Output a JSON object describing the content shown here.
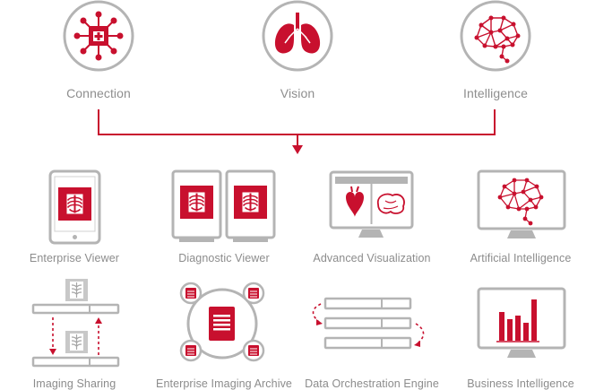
{
  "colors": {
    "accent": "#c8102e",
    "gray": "#b4b4b4",
    "label": "#8c8c8c"
  },
  "top_row": [
    {
      "label": "Connection",
      "icon": "hospital-network-icon"
    },
    {
      "label": "Vision",
      "icon": "lungs-icon"
    },
    {
      "label": "Intelligence",
      "icon": "brain-network-icon"
    }
  ],
  "products": [
    {
      "label": "Enterprise Viewer",
      "icon": "tablet-xray-icon"
    },
    {
      "label": "Diagnostic Viewer",
      "icon": "dual-monitor-xray-icon"
    },
    {
      "label": "Advanced Visualization",
      "icon": "monitor-heart-brain-icon"
    },
    {
      "label": "Artificial Intelligence",
      "icon": "monitor-brain-network-icon"
    },
    {
      "label": "Imaging Sharing",
      "icon": "image-exchange-icon"
    },
    {
      "label": "Enterprise Imaging Archive",
      "icon": "archive-hub-icon"
    },
    {
      "label": "Data Orchestration Engine",
      "icon": "data-orchestration-icon"
    },
    {
      "label": "Business Intelligence",
      "icon": "monitor-bar-chart-icon"
    }
  ]
}
